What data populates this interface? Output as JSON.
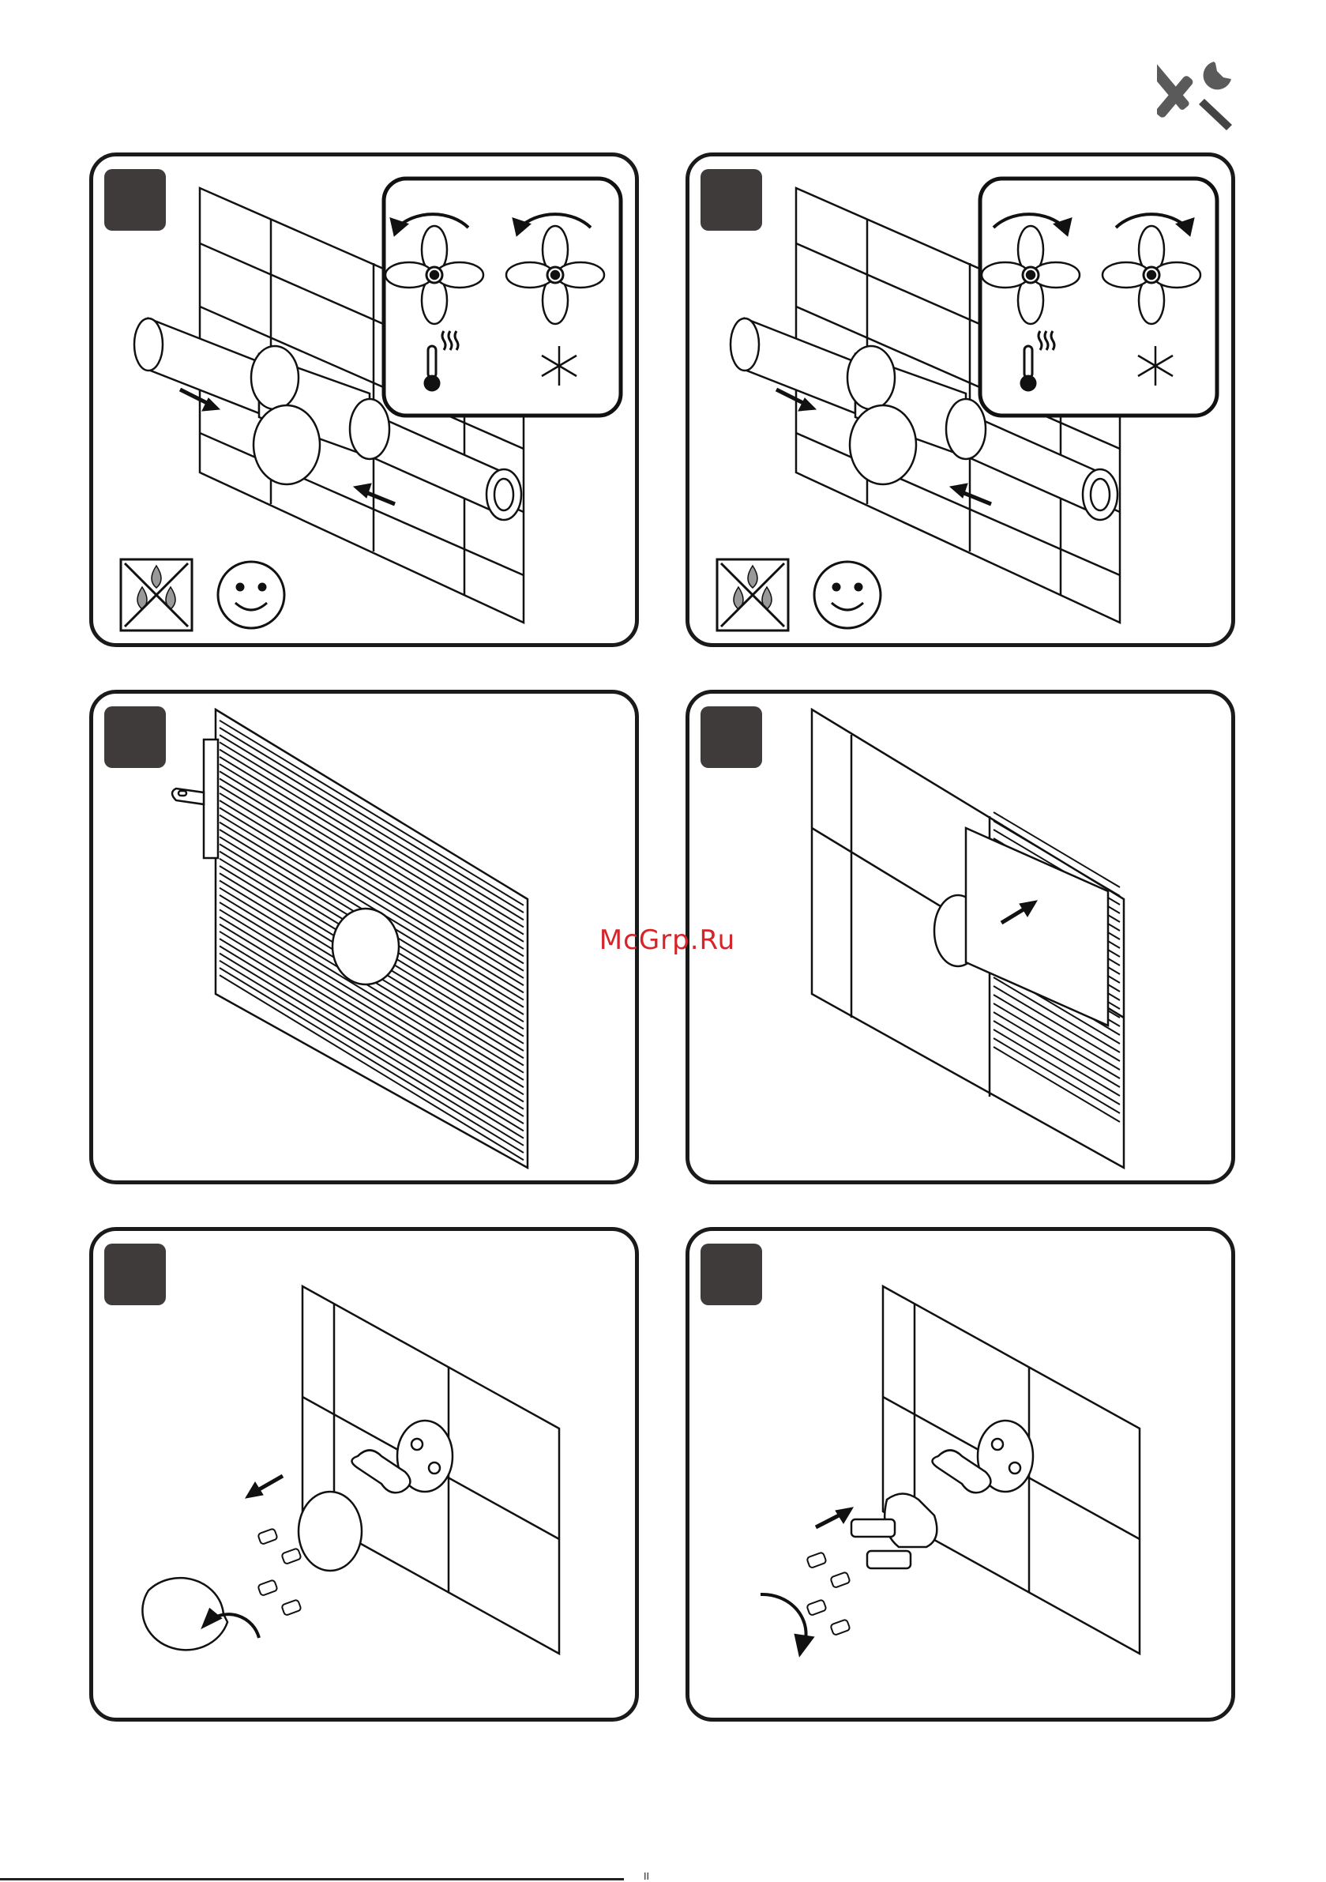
{
  "header": {
    "icon": "tools-icon"
  },
  "watermark": {
    "text": "McGrp.Ru"
  },
  "footer": {
    "mark": "II"
  },
  "panels": [
    {
      "id": 1,
      "icons": [
        "counterclockwise-arrow-icon",
        "fan-icon",
        "thermometer-icon",
        "snowflake-icon",
        "no-dripping-icon",
        "smiley-icon"
      ]
    },
    {
      "id": 2,
      "icons": [
        "clockwise-arrow-icon",
        "fan-icon",
        "thermometer-icon",
        "snowflake-icon",
        "no-dripping-icon",
        "smiley-icon"
      ]
    },
    {
      "id": 3,
      "icons": [
        "tile-adhesive-trowel-icon"
      ]
    },
    {
      "id": 4,
      "icons": [
        "wall-tile-icon"
      ]
    },
    {
      "id": 5,
      "icons": [
        "screws-icon",
        "counterclockwise-arrow-icon"
      ]
    },
    {
      "id": 6,
      "icons": [
        "screws-icon",
        "clockwise-arrow-icon"
      ]
    }
  ]
}
